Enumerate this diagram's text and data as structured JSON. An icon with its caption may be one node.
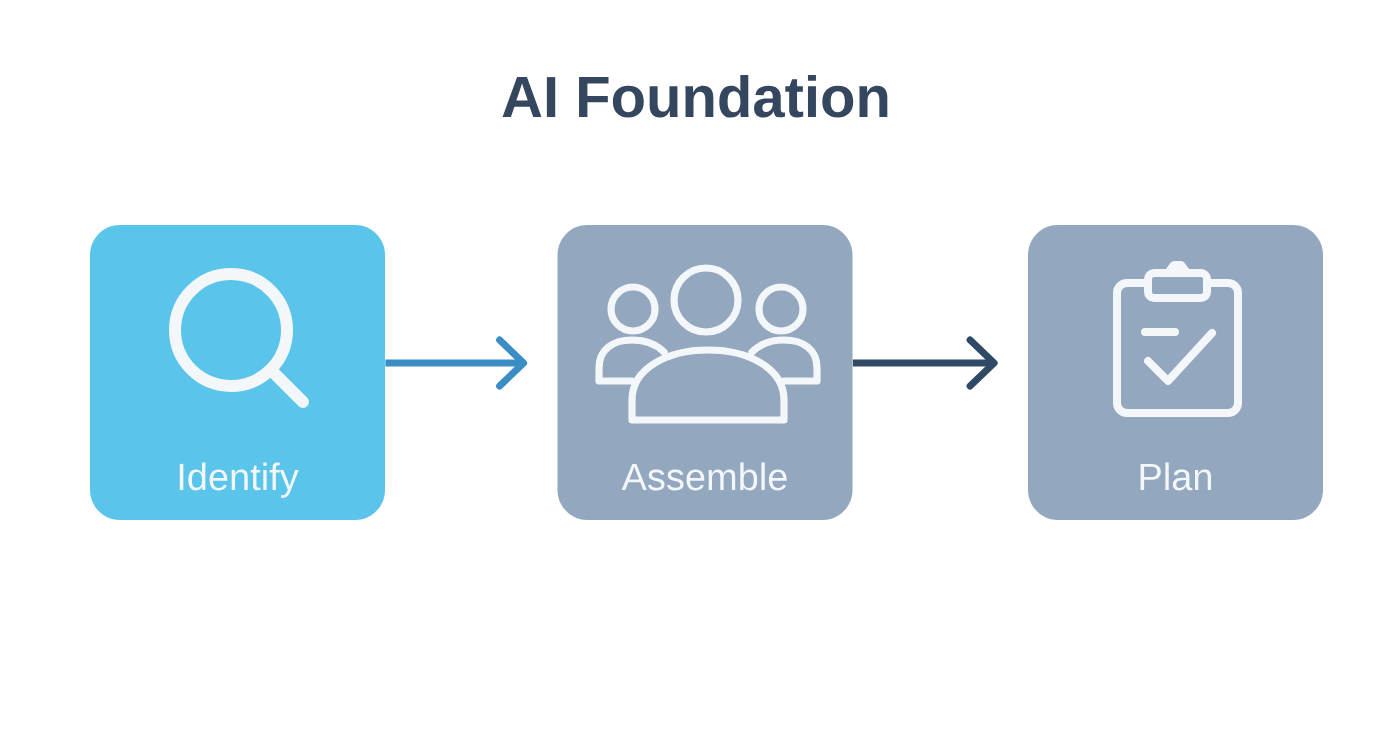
{
  "diagram": {
    "title": "AI Foundation",
    "nodes": [
      {
        "text": [
          "Identify"
        ]
      },
      {
        "text": [
          "Assemble"
        ]
      },
      {
        "text": [
          "Plan"
        ]
      }
    ],
    "edges": [
      {
        "from": 0,
        "to": 1,
        "arrow": "to",
        "color": "#3a8dc5"
      },
      {
        "from": 1,
        "to": 2,
        "arrow": "to",
        "color": "#2f4a66"
      }
    ]
  }
}
